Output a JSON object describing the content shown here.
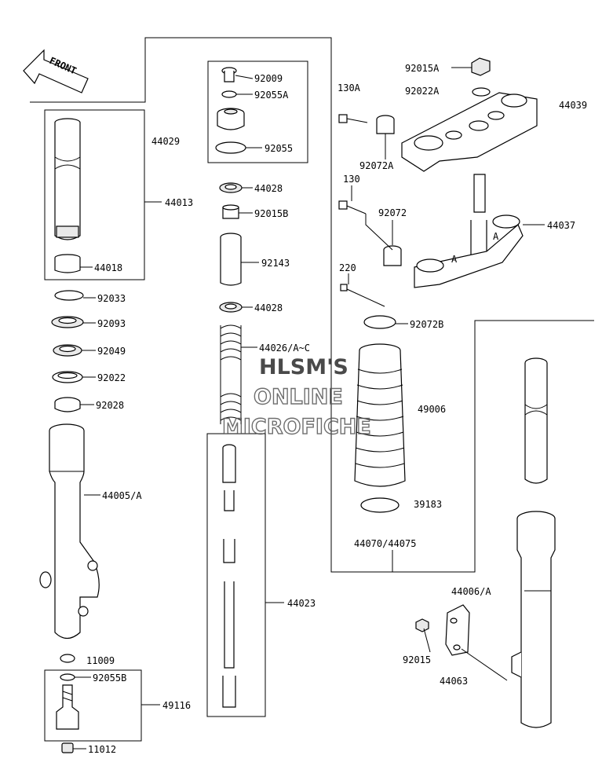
{
  "front_label": "FRONT",
  "watermark": [
    "HLSM'S",
    "ONLINE",
    "MICROFICHE"
  ],
  "labels": {
    "l92009": "92009",
    "l92055A": "92055A",
    "l92055": "92055",
    "l44028a": "44028",
    "l92015B": "92015B",
    "l92143": "92143",
    "l44028b": "44028",
    "l44026": "44026/A~C",
    "l44023": "44023",
    "l44029": "44029",
    "l44013": "44013",
    "l44018": "44018",
    "l92033": "92033",
    "l92093": "92093",
    "l92049": "92049",
    "l92022": "92022",
    "l92028": "92028",
    "l44005": "44005/A",
    "l11009": "11009",
    "l92055B": "92055B",
    "l49116": "49116",
    "l11012": "11012",
    "l130A": "130A",
    "l92015A": "92015A",
    "l92022A": "92022A",
    "l44039": "44039",
    "l92072A": "92072A",
    "l130": "130",
    "l92072": "92072",
    "l44037": "44037",
    "l220": "220",
    "l92072B": "92072B",
    "l49006": "49006",
    "l39183": "39183",
    "l44070": "44070/44075",
    "l44006": "44006/A",
    "l92015": "92015",
    "l44063": "44063",
    "markA1": "A",
    "markA2": "A"
  }
}
